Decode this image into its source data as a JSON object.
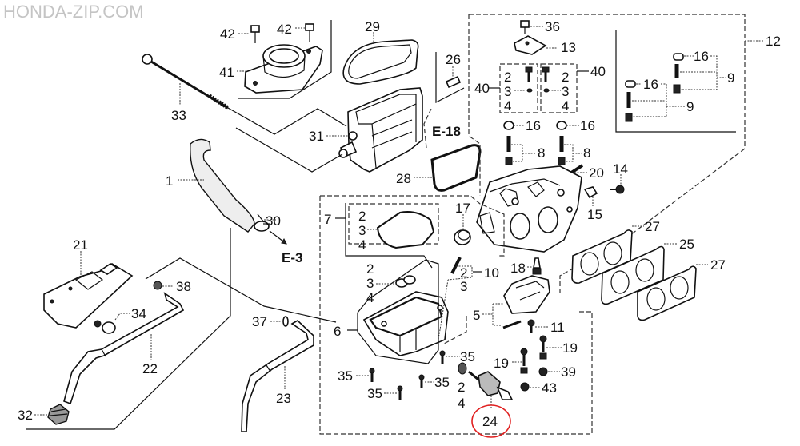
{
  "watermark": "HONDA-ZIP.COM",
  "section_refs": {
    "e18": "E-18",
    "e3": "E-3"
  },
  "highlighted_part": "24",
  "highlight_color": "#e02020",
  "labels": {
    "p1": "1",
    "p5": "5",
    "p6": "6",
    "p7": "7",
    "p10": "10",
    "p11": "11",
    "p12": "12",
    "p13": "13",
    "p14": "14",
    "p15": "15",
    "p17": "17",
    "p18": "18",
    "p20": "20",
    "p21": "21",
    "p22": "22",
    "p23": "23",
    "p24": "24",
    "p25": "25",
    "p26": "26",
    "p27a": "27",
    "p27b": "27",
    "p28": "28",
    "p29": "29",
    "p30": "30",
    "p31": "31",
    "p32": "32",
    "p33": "33",
    "p34": "34",
    "p36": "36",
    "p37": "37",
    "p38": "38",
    "p39": "39",
    "p41": "41",
    "p42a": "42",
    "p42b": "42",
    "p43": "43",
    "p8a": "8",
    "p8b": "8",
    "p9a": "9",
    "p9b": "9",
    "p16a": "16",
    "p16b": "16",
    "p16c": "16",
    "p16d": "16",
    "p19a": "19",
    "p19b": "19",
    "p35a": "35",
    "p35b": "35",
    "p35c": "35",
    "p35d": "35",
    "p40a": "40",
    "p40b": "40",
    "kit40a": [
      "2",
      "3",
      "4"
    ],
    "kit40b": [
      "2",
      "3",
      "4"
    ],
    "kit7": [
      "2",
      "3",
      "4"
    ],
    "kit6": [
      "2",
      "3",
      "4"
    ],
    "kit10": [
      "2",
      "3"
    ],
    "kit24": [
      "2",
      "4"
    ]
  }
}
